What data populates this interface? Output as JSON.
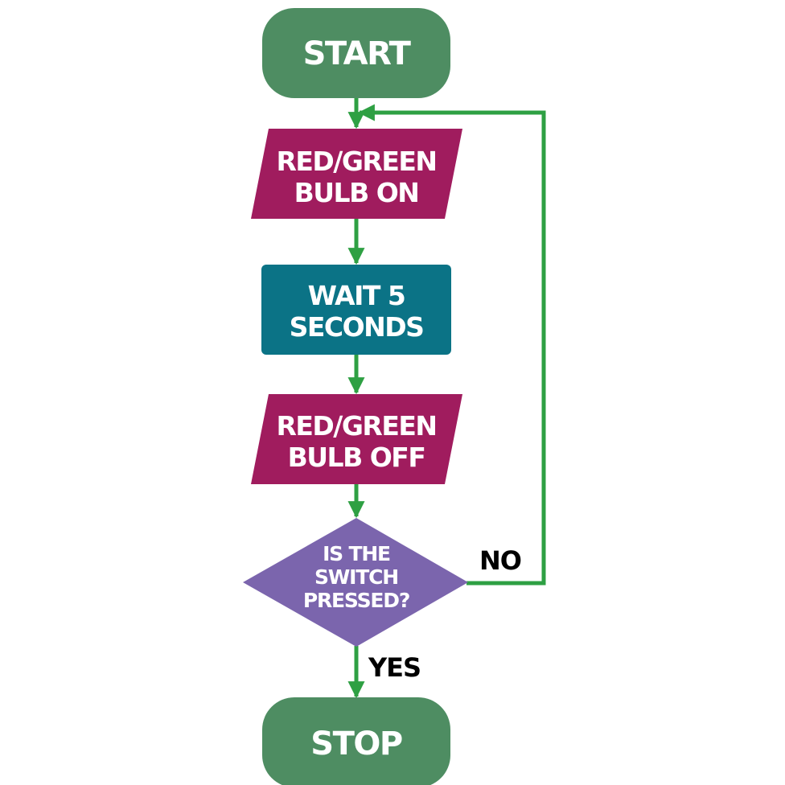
{
  "flowchart": {
    "start": {
      "label": "START"
    },
    "bulb_on": {
      "line1": "RED/GREEN",
      "line2": "BULB ON"
    },
    "wait": {
      "line1": "WAIT 5",
      "line2": "SECONDS"
    },
    "bulb_off": {
      "line1": "RED/GREEN",
      "line2": "BULB OFF"
    },
    "decision": {
      "line1": "IS THE",
      "line2": "SWITCH",
      "line3": "PRESSED?"
    },
    "no_label": "NO",
    "yes_label": "YES",
    "stop": {
      "label": "STOP"
    }
  },
  "colors": {
    "terminal": "#4e8d62",
    "io": "#a01c5e",
    "process": "#0b7386",
    "decision": "#7b65ad",
    "arrow": "#2ea043"
  }
}
